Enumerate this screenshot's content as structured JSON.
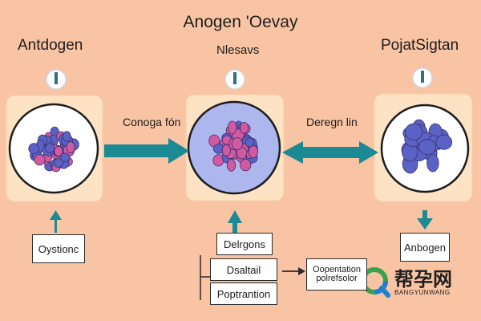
{
  "diagram": {
    "title": "Anogen 'Oevay",
    "stages": [
      {
        "label": "Antdogen",
        "badge": "1"
      },
      {
        "label": "Nlesavs",
        "badge": "1"
      },
      {
        "label": "PojatSigtan",
        "badge": "1"
      }
    ],
    "arrows": [
      {
        "label": "Conoga fón"
      },
      {
        "label": "Deregn lin"
      }
    ],
    "boxes": {
      "left": "Oystionc",
      "middle_top": "Delrgons",
      "middle_mid": "Dsaltail",
      "middle_bottom": "Poptrantion",
      "side_line1": "Oopentation",
      "side_line2": "polrefsolor",
      "right": "Anbogen"
    },
    "watermark": {
      "cn": "帮孕网",
      "en": "BANGYUNWANG"
    },
    "colors": {
      "background": "#f9c4a4",
      "panel": "#fde2c3",
      "arrow": "#1b8a95",
      "cell_blue": "#5b62c6",
      "cell_pink": "#d15aa0"
    }
  }
}
